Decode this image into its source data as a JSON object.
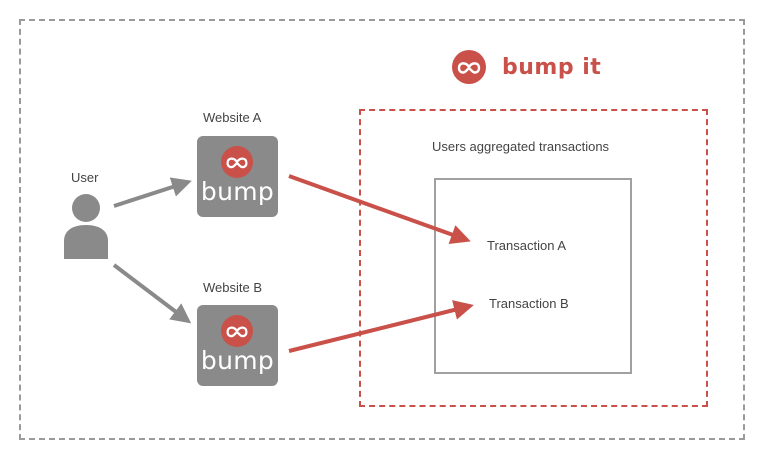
{
  "brand": {
    "name": "bump it",
    "logo_icon": "bump-heart-logo-icon",
    "accent_color": "#c9514a"
  },
  "user": {
    "label": "User",
    "icon": "user-silhouette-icon"
  },
  "websites": [
    {
      "label": "Website A",
      "tile_text": "bump"
    },
    {
      "label": "Website B",
      "tile_text": "bump"
    }
  ],
  "aggregation": {
    "title": "Users aggregated transactions",
    "transactions": [
      "Transaction A",
      "Transaction B"
    ]
  },
  "colors": {
    "grey": "#8a8a8a",
    "red": "#c9514a",
    "frame": "#9a9a9a"
  }
}
